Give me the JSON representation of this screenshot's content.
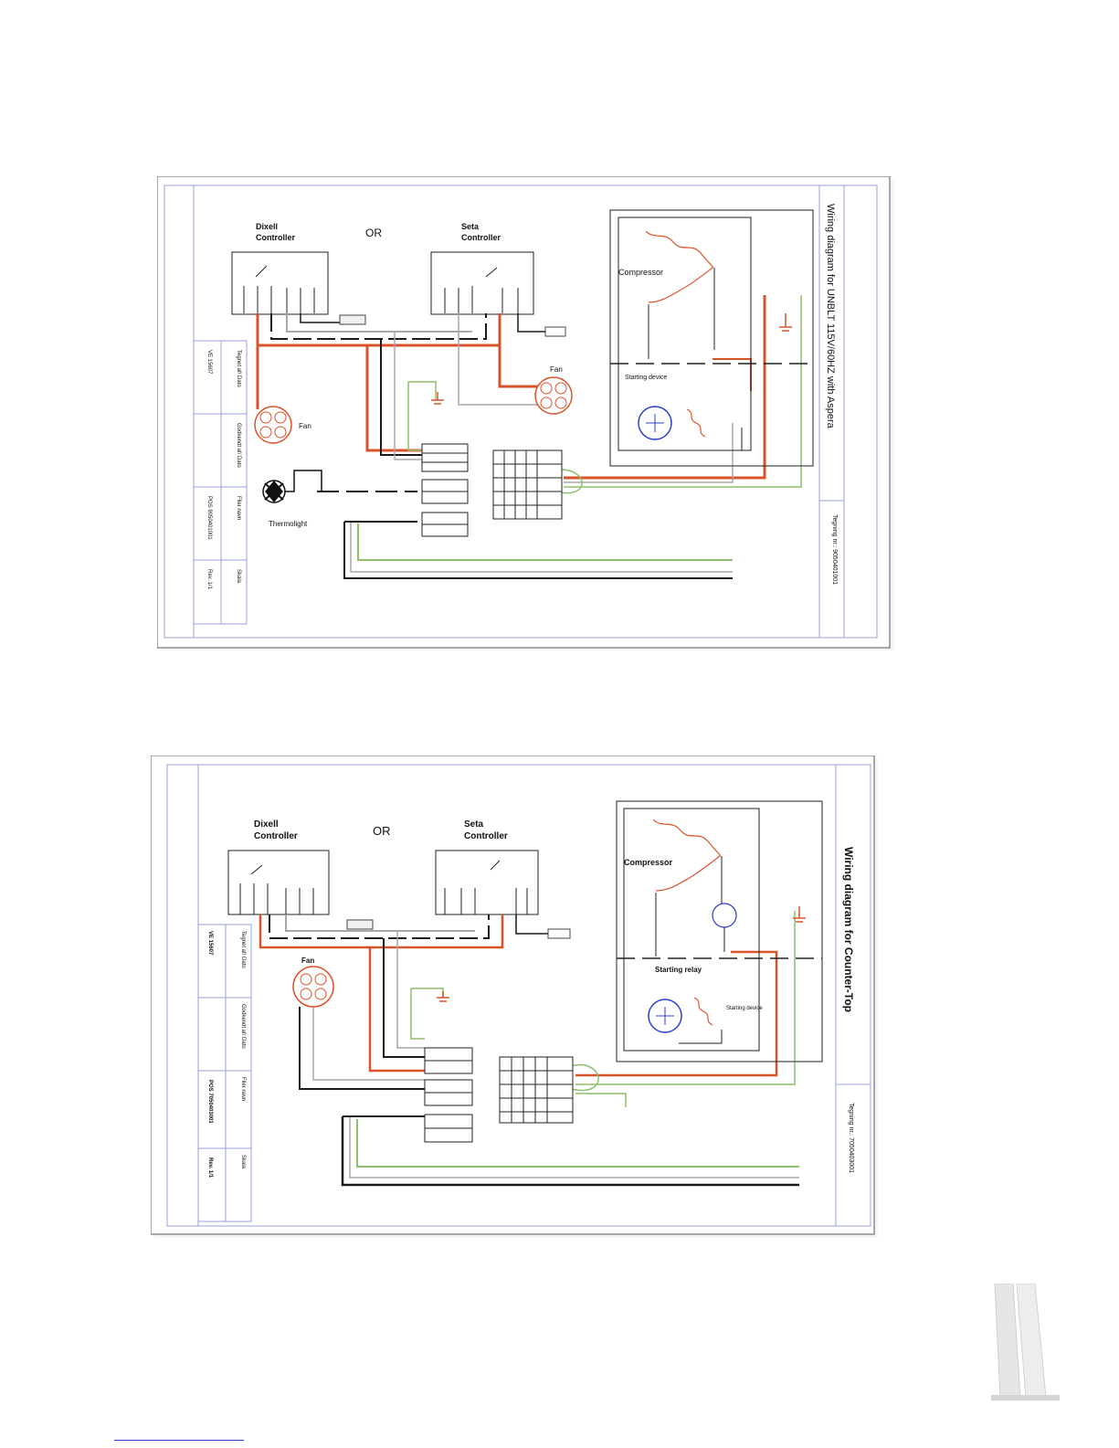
{
  "diagram1": {
    "title": "Wiring diagram for UNBLT 115V/60HZ with Aspera",
    "drawing_no": "Tegning nr.: 9050401001",
    "or_label": "OR",
    "controller_a": [
      "Dixell",
      "Controller"
    ],
    "controller_b": [
      "Seta",
      "Controller"
    ],
    "compressor": "Compressor",
    "starting_device": "Starting device",
    "fan_left": "Fan",
    "fan_right": "Fan",
    "lamp": "Thermolight",
    "box_side": [
      "Tegnet af/ Dato",
      "Godkendt af/ Dato",
      "Filer navn",
      "Skala"
    ],
    "box_values": [
      "VE 15607",
      "",
      "POS 9050401001",
      "Rev. 1/1"
    ]
  },
  "diagram2": {
    "title": "Wiring diagram for Counter-Top",
    "drawing_no": "Tegning nr.: 7050403001",
    "or_label": "OR",
    "controller_a": [
      "Dixell",
      "Controller"
    ],
    "controller_b": [
      "Seta",
      "Controller"
    ],
    "compressor": "Compressor",
    "starting_relay": "Starting relay",
    "starting_device": "Starting device",
    "fan": "Fan",
    "box_side": [
      "Tegnet af/ Dato",
      "Godkendt af/ Dato",
      "Filer navn",
      "Skala"
    ],
    "box_values": [
      "VE 15607",
      "",
      "POS 7050403001",
      "Rev. 1/1"
    ]
  },
  "colors": {
    "live": "#d9532a",
    "earth": "#8fbf6a",
    "neutral": "#1a1a1a",
    "signal": "#a8a8a8",
    "frame_line": "#9aa0d8",
    "link": "#2b3fc8"
  }
}
